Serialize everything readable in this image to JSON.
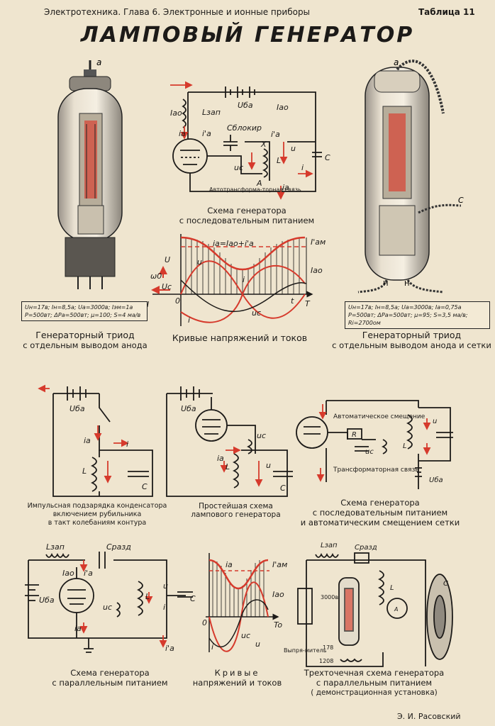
{
  "header": {
    "left": "Электротехника. Глава 6. Электронные и ионные приборы",
    "right": "Таблица 11"
  },
  "title": "ЛАМПОВЫЙ ГЕНЕРАТОР",
  "captions": {
    "triode_left": {
      "line1": "Генераторный триод",
      "line2": "с отдельным выводом анода"
    },
    "series_scheme": {
      "line1": "Схема генератора",
      "line2": "с последовательным питанием"
    },
    "triode_right": {
      "line1": "Генераторный триод",
      "line2": "с отдельным выводом анода и сетки"
    },
    "curves_top": {
      "line1": "Кривые напряжений и токов"
    },
    "impulse": {
      "line1": "Импульсная подзарядка конденсатора",
      "line2": "включением рубильника",
      "line3": "в такт колебаниям контура"
    },
    "simplest": {
      "line1": "Простейшая схема",
      "line2": "лампового генератора"
    },
    "series_auto": {
      "line1": "Схема генератора",
      "line2": "с последовательным питанием",
      "line3": "и автоматическим смещением сетки"
    },
    "parallel": {
      "line1": "Схема генератора",
      "line2": "с параллельным питанием"
    },
    "curves_bottom": {
      "line1": "Кривые",
      "line2": "напряжений и токов"
    },
    "three_point": {
      "line1": "Трехточечная схема генератора",
      "line2": "с параллельным питанием",
      "line3": "( демонстрационная установка)"
    }
  },
  "specs": {
    "left": {
      "line1": "Uн=17в; Iн=8,5а; Uа=3000в; Iэм=1а",
      "line2": "P=500вт; ΔPа=500вт; μ=100; S=4 ма/в"
    },
    "right": {
      "line1": "Uн=17в; Iн=8,5а; Uа=3000в; Iа=0,75а",
      "line2": "P=500вт; ΔPа=500вт; μ=95; S=3,5 ма/в; Ri=2700ом"
    }
  },
  "labels": {
    "a": "a",
    "Iao": "Iао",
    "Lzap": "Lзап",
    "Uba": "Uба",
    "ia": "iа",
    "ia_prime": "i'а",
    "Cblok": "Cблокир",
    "x": "X",
    "u": "u",
    "C": "C",
    "L": "L",
    "uc": "uc",
    "A": "A",
    "i": "i",
    "autotransformer": "Автотрансформа-торная связь",
    "curve_top_eq": "iа=Iао+i'а",
    "Iam": "I'ам",
    "U": "U",
    "Uc": "Uc",
    "I": "I",
    "t": "t",
    "T": "T",
    "omega": "ω0",
    "zero": "0",
    "auto_bias": "Автоматическое смещение",
    "R": "R",
    "transformer": "Трансформаторная связь",
    "Craz": "Cразд",
    "To": "To",
    "rectifier": "Выпря-митель",
    "v3000": "3000в",
    "v178": "178",
    "v1208": "1208",
    "N": "Н"
  },
  "footer": {
    "author": "Э. И. Расовский"
  },
  "colors": {
    "paper": "#efe5cf",
    "ink": "#1c1a18",
    "red": "#d63a2c"
  }
}
